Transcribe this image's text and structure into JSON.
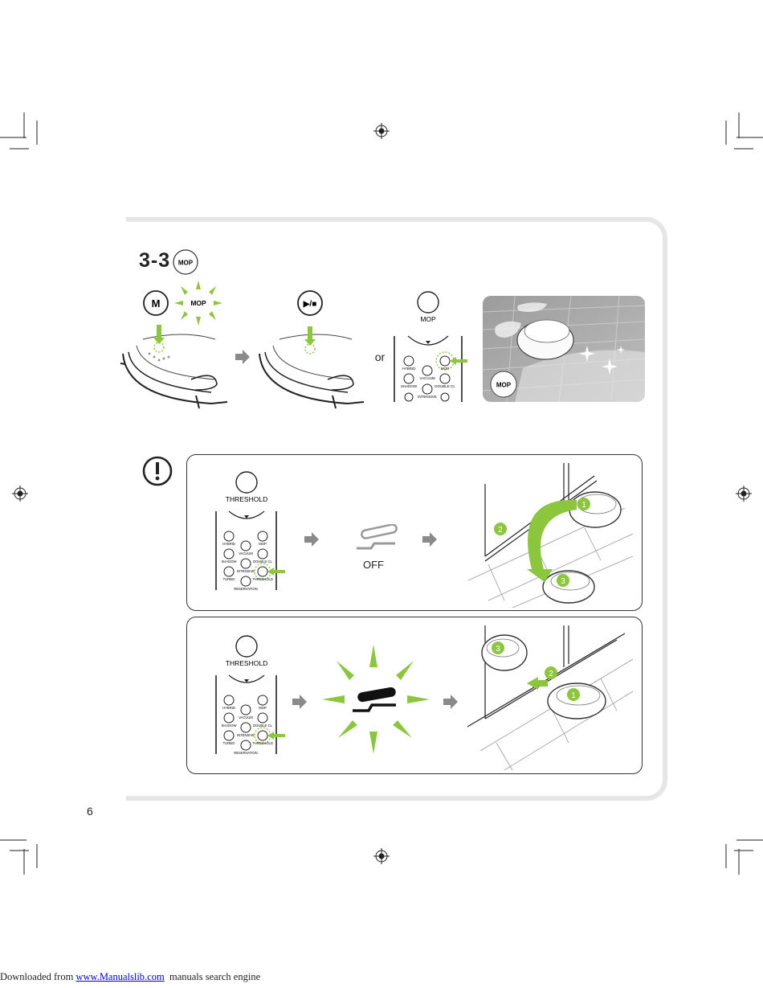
{
  "step": {
    "number": "3-3",
    "badge": "MOP"
  },
  "top_row": {
    "m_button": "M",
    "mop_flash": "MOP",
    "play_pause": "▶/■",
    "or_text": "or",
    "remote_mop_label": "MOP",
    "photo_badge": "MOP"
  },
  "remote_buttons": {
    "hybrid": "HYBRID",
    "vacuum": "VACUUM",
    "mop": "MOP",
    "shadow": "SHADOW",
    "double_cl": "DOUBLE CL",
    "intensive": "INTENSIVE",
    "turbo": "TURBO",
    "threshold": "THRESHOLD",
    "reservation": "RESERVATION"
  },
  "panel1": {
    "threshold_label": "THRESHOLD",
    "state_label": "OFF",
    "steps": [
      "1",
      "2",
      "3"
    ]
  },
  "panel2": {
    "threshold_label": "THRESHOLD",
    "steps": [
      "3",
      "2",
      "1"
    ]
  },
  "page_number": "6",
  "footer": {
    "prefix": "Downloaded from ",
    "link": "www.Manualslib.com",
    "suffix": "  manuals search engine"
  },
  "colors": {
    "accent_green": "#8cc63f",
    "frame_gray": "#e6e6e6",
    "arrow_gray": "#8a8a8a"
  }
}
